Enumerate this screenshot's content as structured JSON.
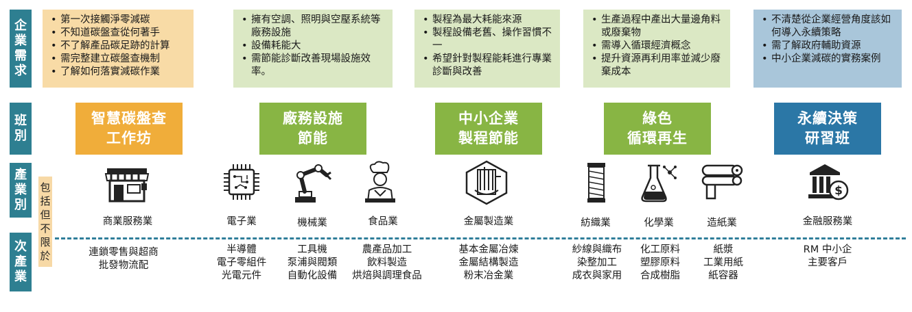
{
  "row_labels": {
    "needs": [
      "企",
      "業",
      "需",
      "求"
    ],
    "class": [
      "班",
      "別"
    ],
    "industry": [
      "產",
      "業",
      "別"
    ],
    "sub_industry": [
      "次",
      "產",
      "業"
    ]
  },
  "include_label": [
    "包",
    "括",
    "但",
    "不",
    "限",
    "於"
  ],
  "colors": {
    "orange": "#f0ad3a",
    "orange_light": "#f8dba6",
    "green": "#88b544",
    "green_light": "#dbe8c4",
    "blue": "#2b77a6",
    "blue_light": "#a9c6da",
    "row_label": "#2e7f91",
    "dash": "#2f7e9a"
  },
  "columns": [
    {
      "needs": [
        "第一次接觸淨零減碳",
        "不知道碳盤查從何著手",
        "不了解產品碳足跡的計算",
        "需完整建立碳盤查機制",
        "了解如何落實減碳作業"
      ],
      "program": [
        "智慧碳盤查",
        "工作坊"
      ],
      "industries": [
        {
          "name": "商業服務業",
          "icon": "storefront-icon",
          "sub": [
            "連鎖零售與超商",
            "批發物流配"
          ]
        }
      ]
    },
    {
      "needs": [
        "擁有空調、照明與空壓系統等廠務設施",
        "設備耗能大",
        "需節能診斷改善現場設施效率。"
      ],
      "program": [
        "廠務設施",
        "節能"
      ],
      "industries": [
        {
          "name": "電子業",
          "icon": "chip-icon",
          "sub": [
            "半導體",
            "電子零組件",
            "光電元件"
          ]
        },
        {
          "name": "機械業",
          "icon": "robot-arm-icon",
          "sub": [
            "工具機",
            "泵浦與閥類",
            "自動化設備"
          ]
        },
        {
          "name": "食品業",
          "icon": "chef-icon",
          "sub": [
            "農產品加工",
            "飲料製造",
            "烘焙與調理食品"
          ]
        }
      ]
    },
    {
      "needs": [
        "製程為最大耗能來源",
        "製程設備老舊、操作習慣不一",
        "希望針對製程能耗進行專業診斷與改善"
      ],
      "program": [
        "中小企業",
        "製程節能"
      ],
      "industries": [
        {
          "name": "金屬製造業",
          "icon": "metal-reactor-icon",
          "sub": [
            "基本金屬冶煉",
            "金屬結構製造",
            "粉末冶金業"
          ]
        }
      ]
    },
    {
      "needs": [
        "生產過程中產出大量邊角料或廢棄物",
        "需導入循環經濟概念",
        "提升資源再利用率並減少廢棄成本"
      ],
      "program": [
        "綠色",
        "循環再生"
      ],
      "industries": [
        {
          "name": "紡織業",
          "icon": "thread-spool-icon",
          "sub": [
            "紗線與織布",
            "染整加工",
            "成衣與家用"
          ]
        },
        {
          "name": "化學業",
          "icon": "flask-icon",
          "sub": [
            "化工原料",
            "塑膠原料",
            "合成樹脂"
          ]
        },
        {
          "name": "造紙業",
          "icon": "paper-roll-icon",
          "sub": [
            "紙漿",
            "工業用紙",
            "紙容器"
          ]
        }
      ]
    },
    {
      "needs": [
        "不清楚從企業經營角度該如何導入永續策略",
        "需了解政府輔助資源",
        "中小企業減碳的實務案例"
      ],
      "program": [
        "永續決策",
        "研習班"
      ],
      "industries": [
        {
          "name": "金融服務業",
          "icon": "bank-icon",
          "sub": [
            "RM 中小企",
            "主要客戶"
          ]
        }
      ]
    }
  ]
}
